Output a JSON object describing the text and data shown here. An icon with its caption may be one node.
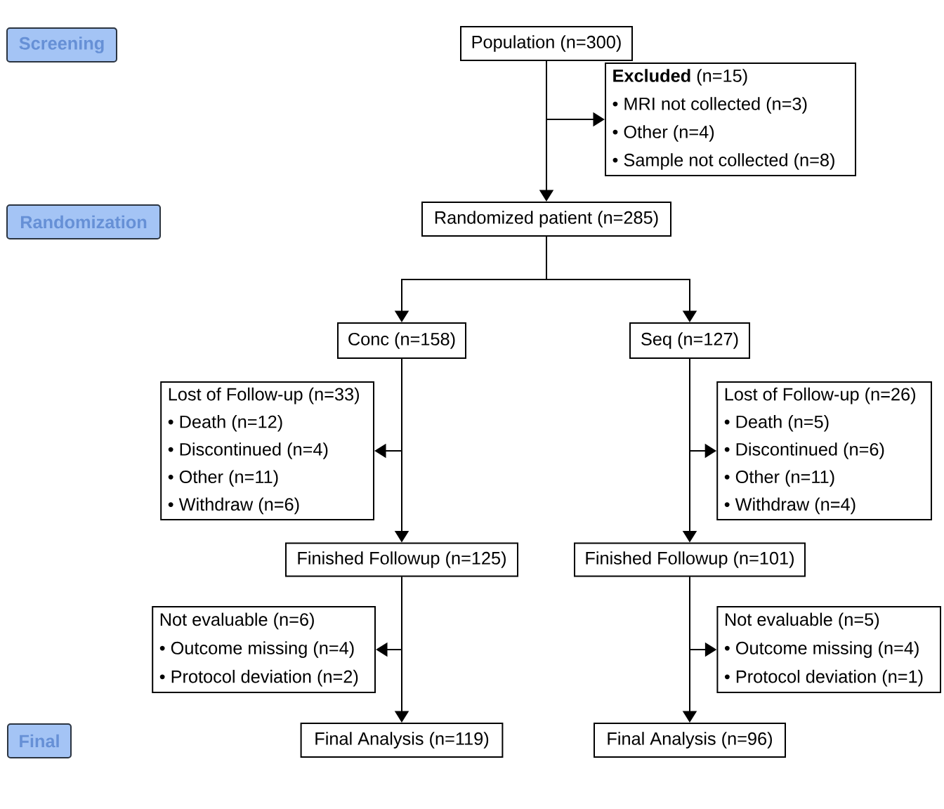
{
  "diagram": {
    "nodes": [
      {
        "text": [
          "Screening"
        ]
      },
      {
        "text": [
          "Population (n=300)"
        ]
      },
      {
        "text": [
          "**Excluded** (n=15)",
          "• MRI not collected (n=3)",
          "• Other (n=4)",
          "• Sample not collected (n=8)"
        ]
      },
      {
        "text": [
          "Randomization"
        ]
      },
      {
        "text": [
          "Randomized patient (n=285)"
        ]
      },
      {
        "text": [
          "Conc (n=158)"
        ]
      },
      {
        "text": [
          "Seq (n=127)"
        ]
      },
      {
        "text": [
          "Lost of Follow-up (n=33)",
          "• Death (n=12)",
          "• Discontinued (n=4)",
          "• Other (n=11)",
          "• Withdraw (n=6)"
        ]
      },
      {
        "text": [
          "Lost of Follow-up (n=26)",
          "• Death (n=5)",
          "• Discontinued (n=6)",
          "• Other (n=11)",
          "• Withdraw (n=4)"
        ]
      },
      {
        "text": [
          "Finished Followup (n=125)"
        ]
      },
      {
        "text": [
          "Finished Followup (n=101)"
        ]
      },
      {
        "text": [
          "Not evaluable (n=6)",
          "• Outcome missing (n=4)",
          "• Protocol deviation (n=2)"
        ]
      },
      {
        "text": [
          "Not evaluable (n=5)",
          "• Outcome missing (n=4)",
          "• Protocol deviation (n=1)"
        ]
      },
      {
        "text": [
          "Final"
        ]
      },
      {
        "text": [
          "Final Analysis (n=119)"
        ]
      },
      {
        "text": [
          "Final Analysis (n=96)"
        ]
      }
    ],
    "edges": [
      {
        "from": 1,
        "to": 4,
        "arrow": "to"
      },
      {
        "from": 1,
        "to": 2,
        "arrow": "to"
      },
      {
        "from": 4,
        "to": 5,
        "arrow": "to"
      },
      {
        "from": 4,
        "to": 6,
        "arrow": "to"
      },
      {
        "from": 5,
        "to": 7,
        "arrow": "to"
      },
      {
        "from": 5,
        "to": 9,
        "arrow": "to"
      },
      {
        "from": 6,
        "to": 8,
        "arrow": "to"
      },
      {
        "from": 6,
        "to": 10,
        "arrow": "to"
      },
      {
        "from": 9,
        "to": 11,
        "arrow": "to"
      },
      {
        "from": 9,
        "to": 14,
        "arrow": "to"
      },
      {
        "from": 10,
        "to": 12,
        "arrow": "to"
      },
      {
        "from": 10,
        "to": 15,
        "arrow": "to"
      }
    ]
  }
}
